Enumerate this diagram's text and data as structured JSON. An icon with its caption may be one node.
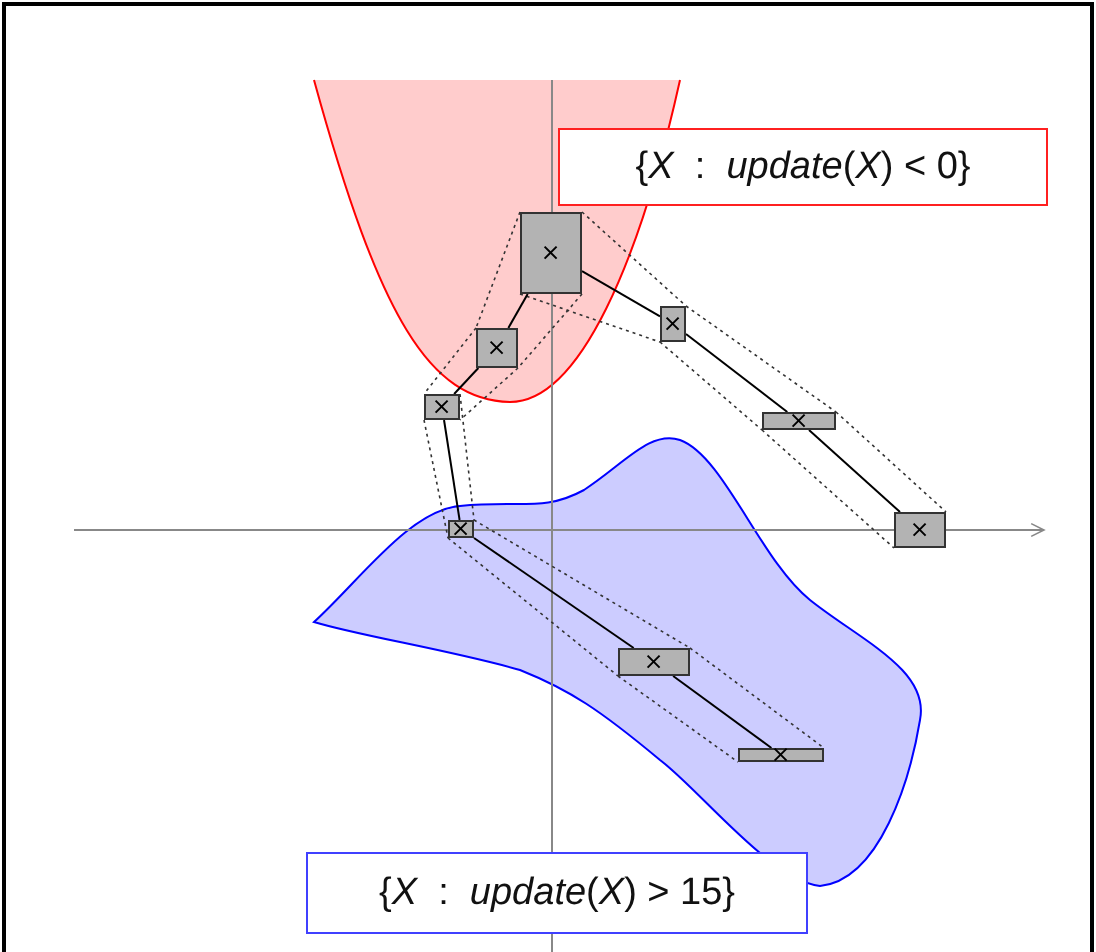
{
  "diagram": {
    "nodes": [
      {
        "text": [
          "{*X*  :  *update*(*X*) < 0}"
        ]
      },
      {
        "text": [],
        "shape": "box"
      },
      {
        "text": [],
        "shape": "box"
      },
      {
        "text": [],
        "shape": "box"
      },
      {
        "text": [],
        "shape": "box"
      },
      {
        "text": [],
        "shape": "box"
      },
      {
        "text": [],
        "shape": "box"
      },
      {
        "text": [],
        "shape": "box"
      },
      {
        "text": [],
        "shape": "box"
      },
      {
        "text": [],
        "shape": "box"
      },
      {
        "text": [
          "{*X*  :  *update*(*X*) > 15}"
        ]
      }
    ],
    "edges": [
      {
        "from": 1,
        "to": 3,
        "arrow": "none"
      },
      {
        "from": 3,
        "to": 4,
        "arrow": "none"
      },
      {
        "from": 4,
        "to": 6,
        "arrow": "none"
      },
      {
        "from": 6,
        "to": 8,
        "arrow": "none"
      },
      {
        "from": 8,
        "to": 9,
        "arrow": "none"
      },
      {
        "from": 1,
        "to": 2,
        "arrow": "none"
      },
      {
        "from": 2,
        "to": 5,
        "arrow": "none"
      },
      {
        "from": 5,
        "to": 7,
        "arrow": "none"
      }
    ]
  }
}
